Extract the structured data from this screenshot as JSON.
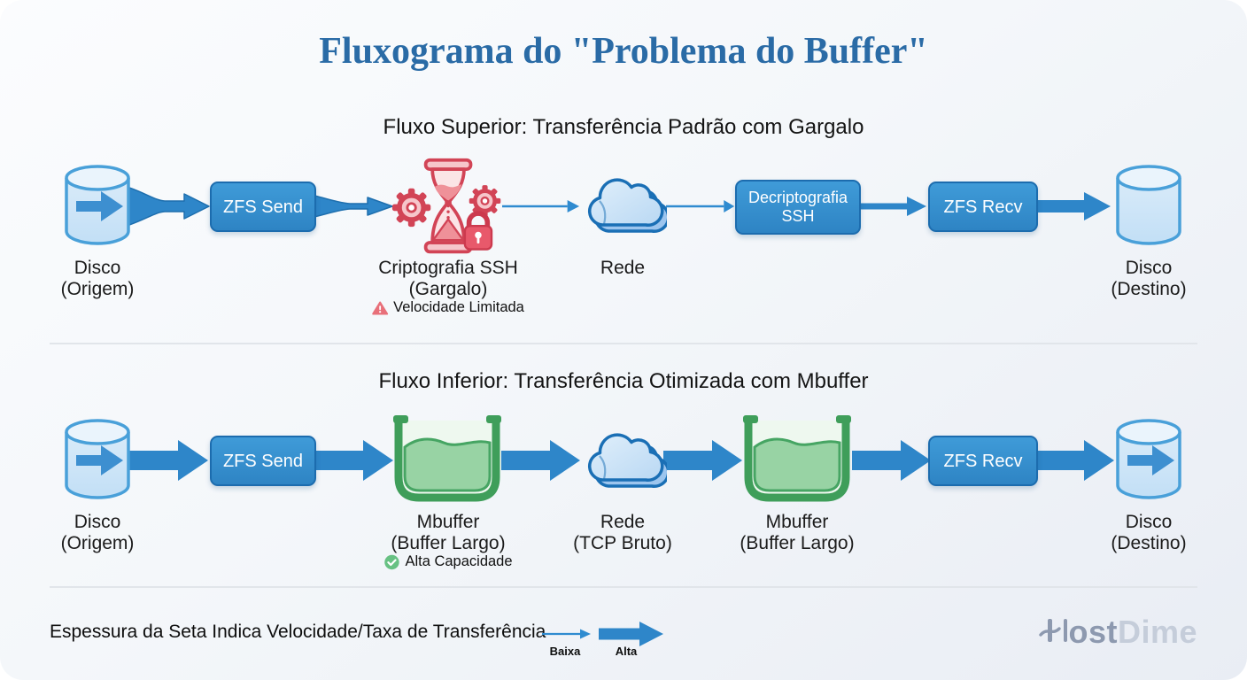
{
  "title": "Fluxograma do \"Problema do Buffer\"",
  "sections": {
    "upper": {
      "heading": "Fluxo Superior: Transferência Padrão com Gargalo",
      "nodes": {
        "disk_source": {
          "icon": "disk-arrow-icon",
          "line1": "Disco",
          "line2": "(Origem)"
        },
        "zfs_send": {
          "label": "ZFS Send"
        },
        "ssh_bottleneck": {
          "icon": "bottleneck-hourglass-icon",
          "line1": "Criptografia SSH",
          "line2": "(Gargalo)",
          "badge": "Velocidade Limitada",
          "badge_icon": "warning-triangle-icon"
        },
        "network": {
          "icon": "cloud-icon",
          "line1": "Rede"
        },
        "ssh_decrypt": {
          "label": "Decriptografia SSH"
        },
        "zfs_recv": {
          "label": "ZFS Recv"
        },
        "disk_dest": {
          "icon": "disk-icon",
          "line1": "Disco",
          "line2": "(Destino)"
        }
      },
      "edges": [
        {
          "from": "disk_source",
          "to": "zfs_send",
          "thickness": "alta-afunilando"
        },
        {
          "from": "zfs_send",
          "to": "ssh_bottleneck",
          "thickness": "afunilando"
        },
        {
          "from": "ssh_bottleneck",
          "to": "network",
          "thickness": "baixa"
        },
        {
          "from": "network",
          "to": "ssh_decrypt",
          "thickness": "baixa"
        },
        {
          "from": "ssh_decrypt",
          "to": "zfs_recv",
          "thickness": "média"
        },
        {
          "from": "zfs_recv",
          "to": "disk_dest",
          "thickness": "média-alta"
        }
      ]
    },
    "lower": {
      "heading": "Fluxo Inferior: Transferência Otimizada com Mbuffer",
      "nodes": {
        "disk_source": {
          "icon": "disk-arrow-icon",
          "line1": "Disco",
          "line2": "(Origem)"
        },
        "zfs_send": {
          "label": "ZFS Send"
        },
        "mbuffer_in": {
          "icon": "buffer-container-icon",
          "line1": "Mbuffer",
          "line2": "(Buffer Largo)",
          "badge": "Alta Capacidade",
          "badge_icon": "check-circle-icon"
        },
        "network": {
          "icon": "cloud-icon",
          "line1": "Rede",
          "line2": "(TCP Bruto)"
        },
        "mbuffer_out": {
          "icon": "buffer-container-icon",
          "line1": "Mbuffer",
          "line2": "(Buffer Largo)"
        },
        "zfs_recv": {
          "label": "ZFS Recv"
        },
        "disk_dest": {
          "icon": "disk-arrow-icon",
          "line1": "Disco",
          "line2": "(Destino)"
        }
      },
      "edges": [
        {
          "from": "disk_source",
          "to": "zfs_send",
          "thickness": "alta"
        },
        {
          "from": "zfs_send",
          "to": "mbuffer_in",
          "thickness": "alta"
        },
        {
          "from": "mbuffer_in",
          "to": "network",
          "thickness": "alta"
        },
        {
          "from": "network",
          "to": "mbuffer_out",
          "thickness": "alta"
        },
        {
          "from": "mbuffer_out",
          "to": "zfs_recv",
          "thickness": "alta"
        },
        {
          "from": "zfs_recv",
          "to": "disk_dest",
          "thickness": "alta"
        }
      ]
    }
  },
  "legend": {
    "text": "Espessura da Seta Indica Velocidade/Taxa de Transferência",
    "low": "Baixa",
    "high": "Alta"
  },
  "logo": {
    "part1": "Host",
    "part2": "Dime"
  },
  "colors": {
    "title_blue": "#2a6ba6",
    "arrow_blue": "#2e86c9",
    "box_blue": "#2f87c8",
    "bottleneck_red": "#d24456",
    "buffer_green": "#3f9e5a",
    "disk_fill": "#d5e9f8"
  }
}
